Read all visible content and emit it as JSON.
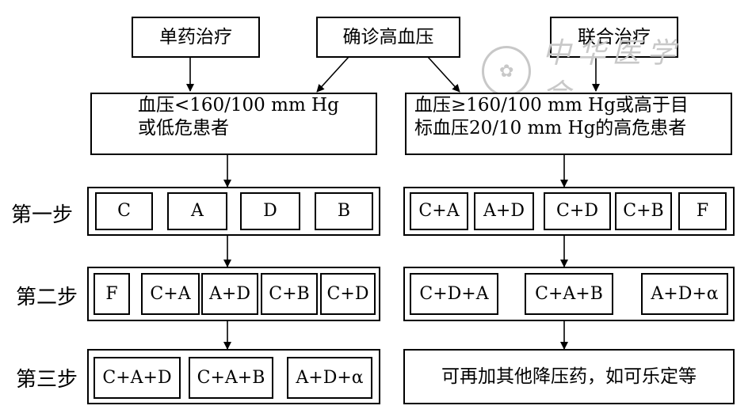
{
  "headers": {
    "mono": "单药治疗",
    "diagnosis": "确诊高血压",
    "combo": "联合治疗"
  },
  "conditions": {
    "left": [
      "血压<160/100 mm Hg",
      "或低危患者"
    ],
    "right": [
      "血压≥160/100 mm Hg或高于目",
      "标血压20/10 mm Hg的高危患者"
    ]
  },
  "steps": {
    "one": "第一步",
    "two": "第二步",
    "three": "第三步"
  },
  "left_steps": {
    "one": [
      "C",
      "A",
      "D",
      "B"
    ],
    "two": [
      "F",
      "C+A",
      "A+D",
      "C+B",
      "C+D"
    ],
    "three": [
      "C+A+D",
      "C+A+B",
      "A+D+α"
    ]
  },
  "right_steps": {
    "one": [
      "C+A",
      "A+D",
      "C+D",
      "C+B",
      "F"
    ],
    "two": [
      "C+D+A",
      "C+A+B",
      "A+D+α"
    ],
    "three": "可再加其他降压药，如可乐定等"
  },
  "watermark": {
    "seal_icon": "seal-icon",
    "text": "中华医学会"
  }
}
